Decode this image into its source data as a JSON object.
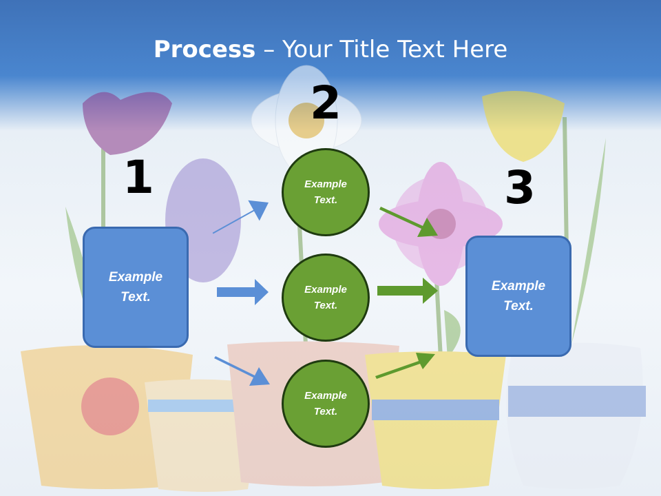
{
  "title": {
    "bold": "Process",
    "rest": " – Your Title Text Here"
  },
  "steps": [
    {
      "number": "1",
      "text": "Example Text."
    },
    {
      "number": "2",
      "items": [
        {
          "text": "Example Text."
        },
        {
          "text": "Example Text."
        },
        {
          "text": "Example Text."
        }
      ]
    },
    {
      "number": "3",
      "text": "Example Text."
    }
  ],
  "colors": {
    "header": "#4a86cf",
    "box": "#5b8fd6",
    "circle": "#6aa034",
    "arrow_blue": "#5b8fd6",
    "arrow_green": "#5e9a2e"
  },
  "background": "flowers-in-painted-pots"
}
